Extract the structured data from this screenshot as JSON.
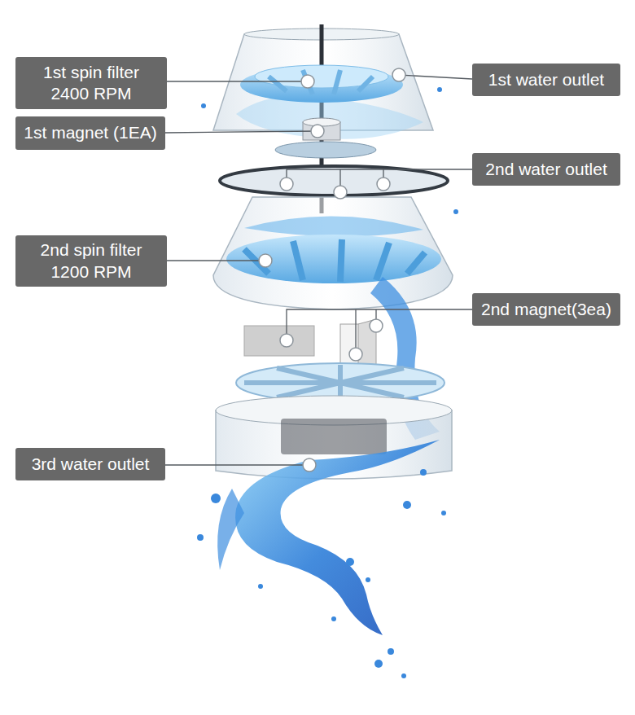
{
  "diagram": {
    "nodes": [
      {
        "text": [
          "1st spin filter 2400 RPM"
        ]
      },
      {
        "text": [
          "1st water outlet"
        ]
      },
      {
        "text": [
          "1st magnet (1EA)"
        ]
      },
      {
        "text": [
          "2nd water outlet"
        ]
      },
      {
        "text": [
          "2nd spin filter 1200 RPM"
        ]
      },
      {
        "text": [
          "2nd magnet(3ea)"
        ]
      },
      {
        "text": [
          "3rd water outlet"
        ]
      }
    ]
  }
}
